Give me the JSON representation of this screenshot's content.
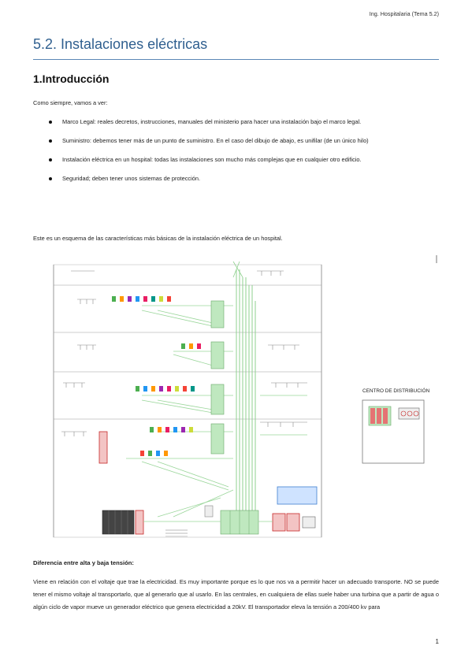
{
  "header": {
    "running_title": "Ing. Hospitalaria (Tema 5.2)"
  },
  "section_title": "5.2. Instalaciones eléctricas",
  "heading": "1.Introducción",
  "intro": "Como siempre, vamos a ver:",
  "bullets": [
    "Marco Legal: reales decretos, instrucciones, manuales del ministerio para hacer una instalación bajo el marco legal.",
    "Suministro: debemos tener más de un punto de suministro. En el caso del dibujo de abajo, es unifilar (de un único hilo)",
    "Instalación eléctrica en un hospital: todas las instalaciones son mucho más complejas que en cualquier otro edificio.",
    "Seguridad; deben tener unos sistemas de protección."
  ],
  "schema_caption": "Este es un esquema de las características más básicas de la instalación eléctrica de un hospital.",
  "diagram": {
    "label": "CENTRO DE DISTRIBUCIÓN"
  },
  "subheading": "Diferencia entre alta y baja tensión:",
  "paragraph": "Viene en relación con el voltaje que trae la electricidad. Es muy importante porque es lo que nos va a permitir hacer un adecuado transporte. NO se puede tener el mismo voltaje al transportarlo, que al generarlo que al usarlo. En las centrales, en cualquiera de ellas suele haber una turbina que a partir de agua o algún ciclo de vapor mueve un generador eléctrico que genera electricidad a 20kV. El transportador eleva la tensión a 200/400 kv para",
  "page_number": "1"
}
